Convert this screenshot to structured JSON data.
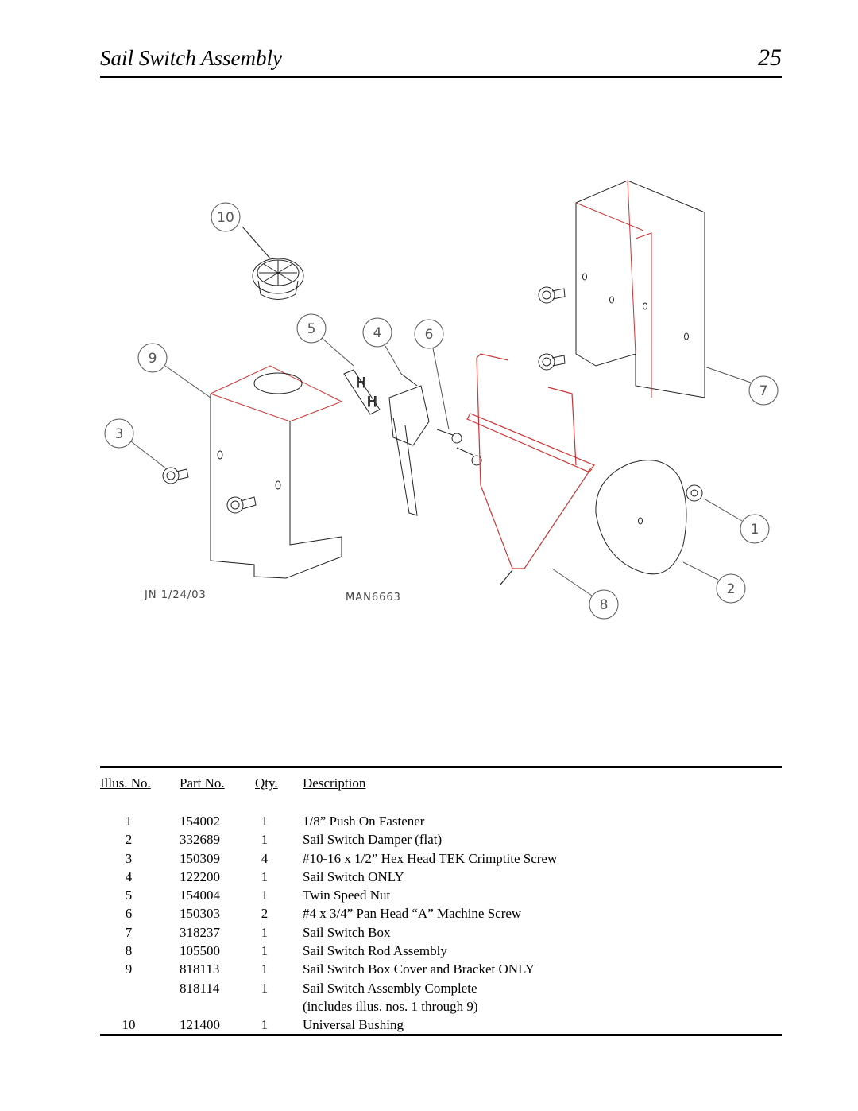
{
  "header": {
    "title": "Sail Switch Assembly",
    "page_number": "25"
  },
  "diagram": {
    "callouts": [
      "10",
      "5",
      "4",
      "6",
      "9",
      "3",
      "7",
      "1",
      "2",
      "8"
    ],
    "drawing_stamp": "JN 1/24/03",
    "drawing_number": "MAN6663"
  },
  "table": {
    "headers": {
      "illus": "Illus. No.",
      "part": "Part No.",
      "qty": "Qty.",
      "desc": "Description"
    },
    "rows": [
      {
        "illus": "1",
        "part": "154002",
        "qty": "1",
        "desc": "1/8” Push On Fastener"
      },
      {
        "illus": "2",
        "part": "332689",
        "qty": "1",
        "desc": "Sail Switch Damper (flat)"
      },
      {
        "illus": "3",
        "part": "150309",
        "qty": "4",
        "desc": "#10-16 x 1/2” Hex Head TEK Crimptite Screw"
      },
      {
        "illus": "4",
        "part": "122200",
        "qty": "1",
        "desc": "Sail Switch ONLY"
      },
      {
        "illus": "5",
        "part": "154004",
        "qty": "1",
        "desc": "Twin Speed Nut"
      },
      {
        "illus": "6",
        "part": "150303",
        "qty": "2",
        "desc": "#4 x 3/4” Pan Head “A” Machine Screw"
      },
      {
        "illus": "7",
        "part": "318237",
        "qty": "1",
        "desc": "Sail Switch Box"
      },
      {
        "illus": "8",
        "part": "105500",
        "qty": "1",
        "desc": "Sail Switch Rod Assembly"
      },
      {
        "illus": "9",
        "part": "818113",
        "qty": "1",
        "desc": "Sail Switch Box Cover and Bracket ONLY"
      },
      {
        "illus": "",
        "part": "818114",
        "qty": "1",
        "desc": "Sail Switch Assembly Complete"
      },
      {
        "illus": "",
        "part": "",
        "qty": "",
        "desc": "(includes illus. nos. 1 through 9)"
      },
      {
        "illus": "10",
        "part": "121400",
        "qty": "1",
        "desc": "Universal Bushing"
      }
    ]
  }
}
